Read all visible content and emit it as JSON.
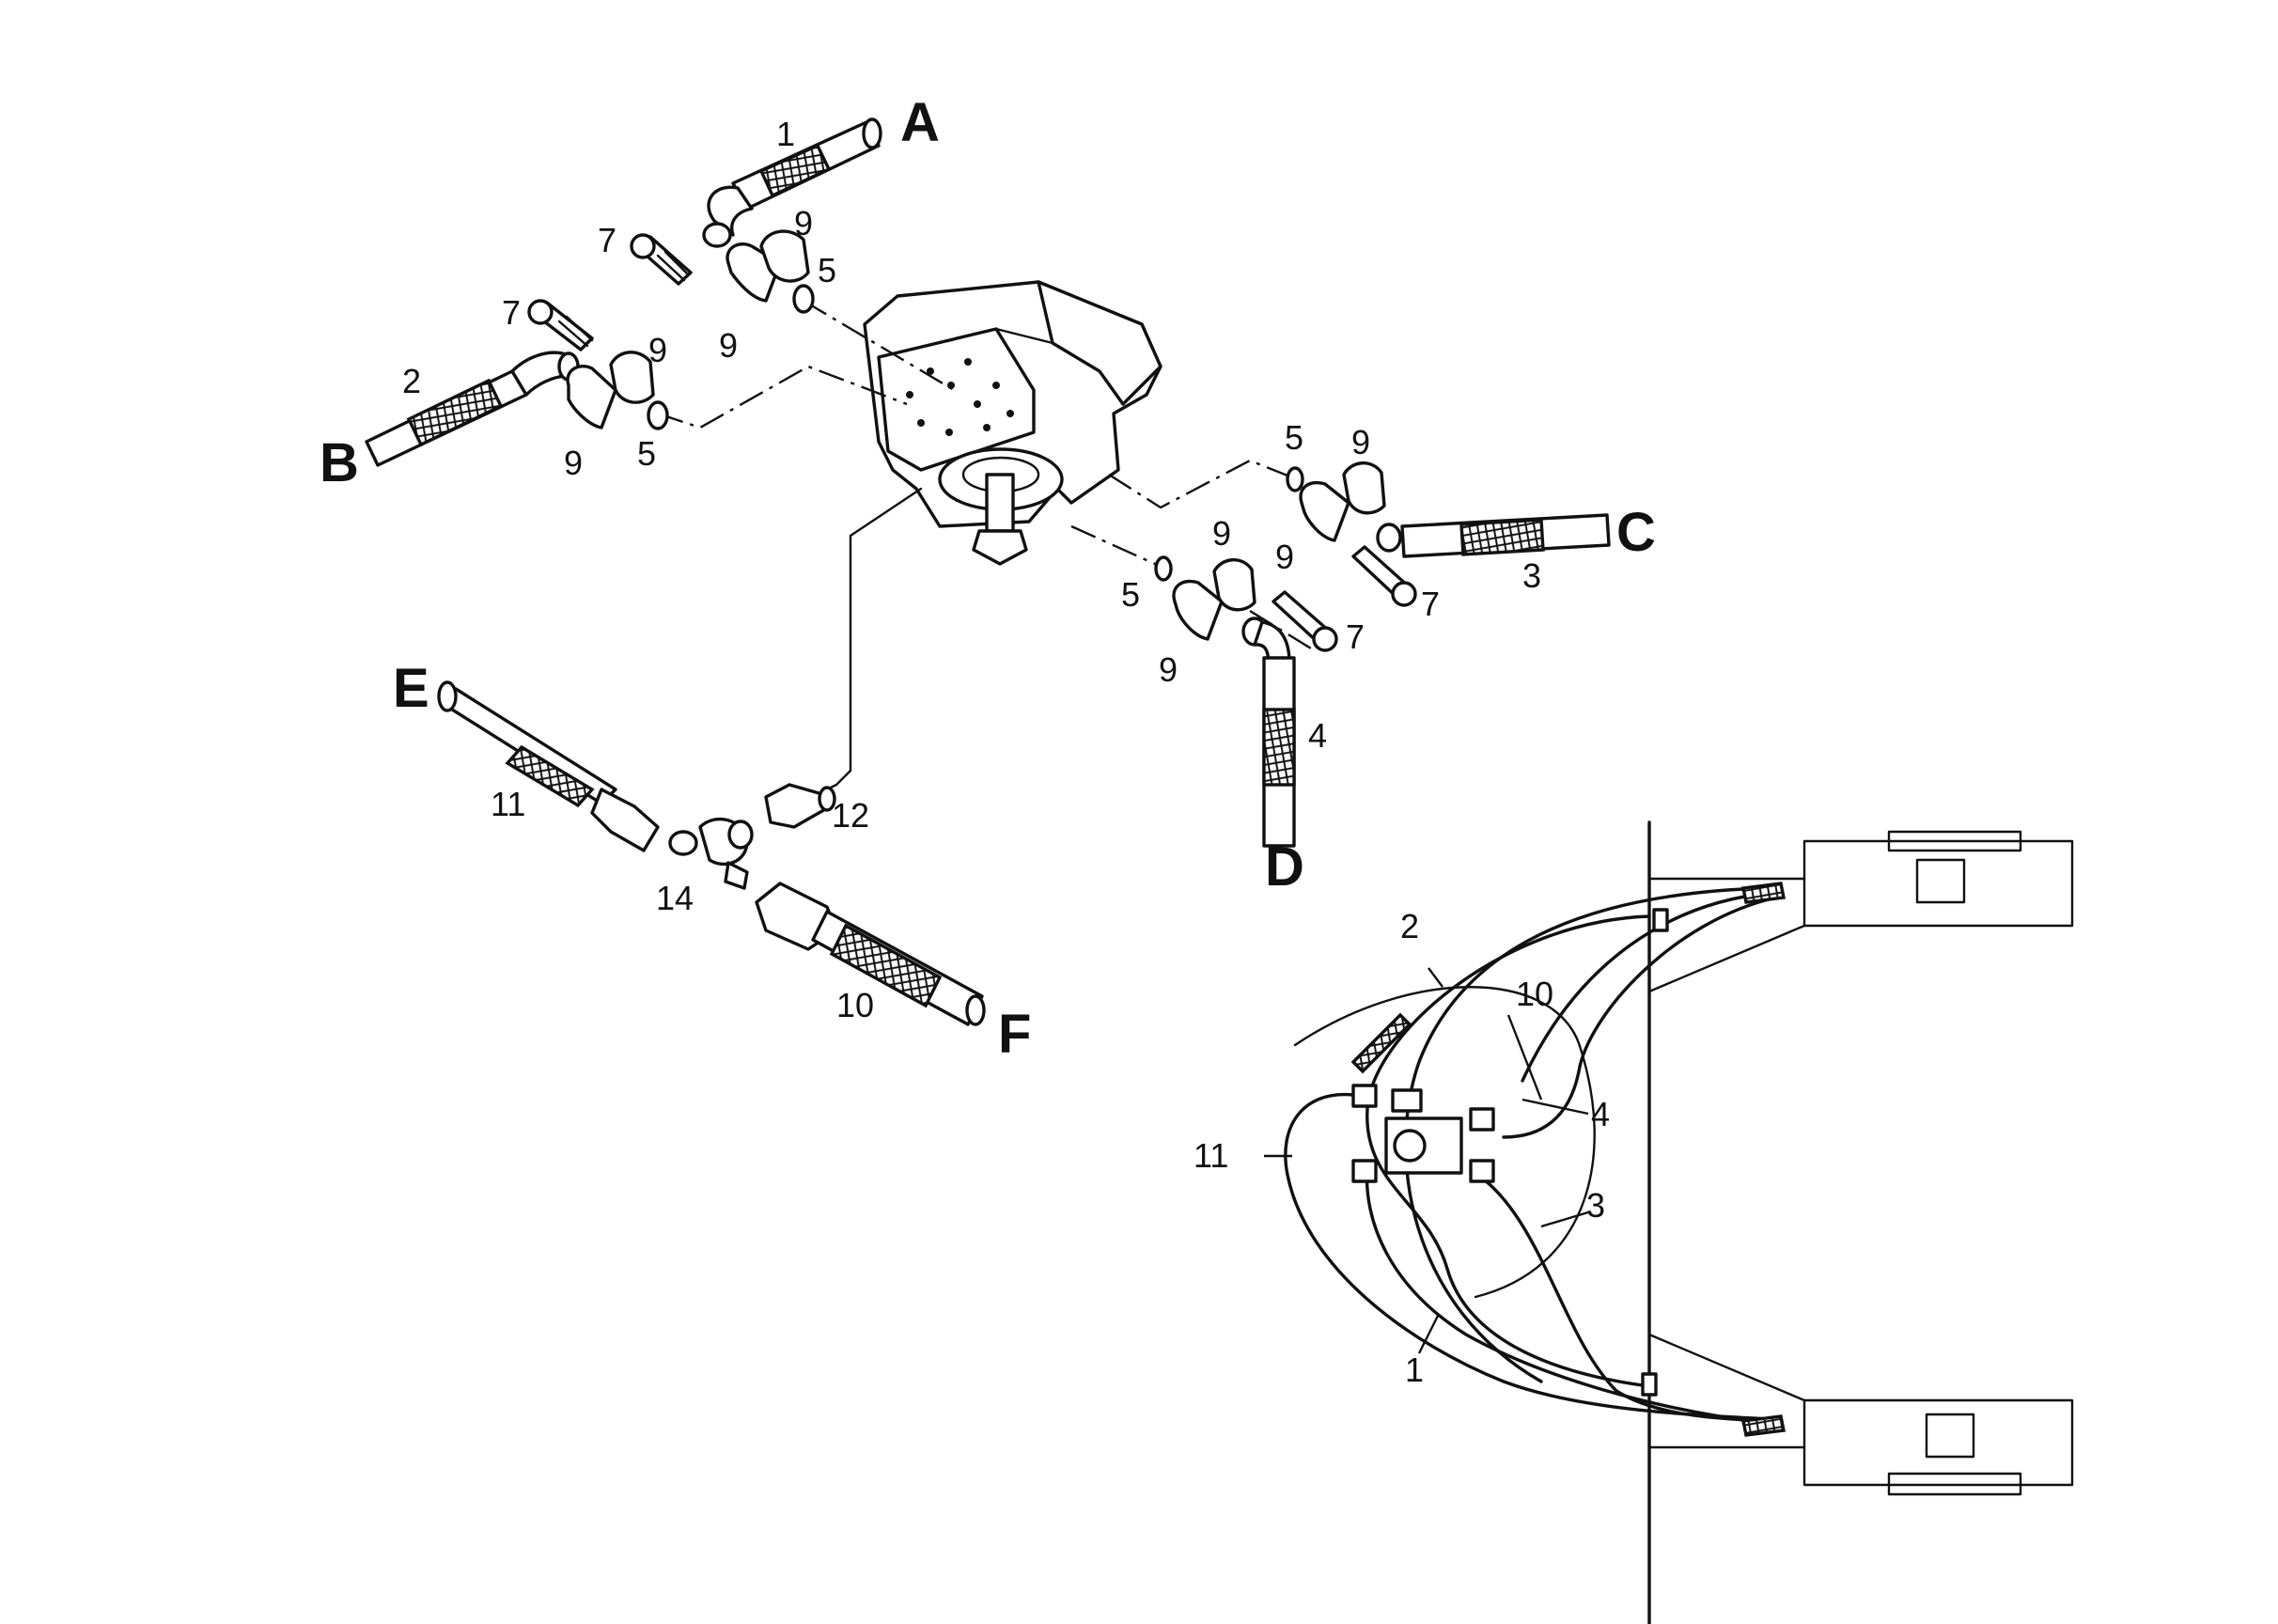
{
  "ports": {
    "a": "A",
    "b": "B",
    "c": "C",
    "d": "D",
    "e": "E",
    "f": "F"
  },
  "part_numbers": {
    "hose_1": "1",
    "hose_2": "2",
    "hose_3": "3",
    "hose_4": "4",
    "oring_5a": "5",
    "oring_5b": "5",
    "oring_5c": "5",
    "oring_5d": "5",
    "bolt_7a": "7",
    "bolt_7b": "7",
    "bolt_7c": "7",
    "bolt_7d": "7",
    "clamp_9a": "9",
    "clamp_9b": "9",
    "clamp_9c": "9",
    "clamp_9d": "9",
    "clamp_9e": "9",
    "clamp_9f": "9",
    "clamp_9g": "9",
    "clamp_9h": "9",
    "hose_10": "10",
    "hose_11": "11",
    "fitting_12": "12",
    "tee_14": "14"
  },
  "routing_labels": {
    "hose_1": "1",
    "hose_2": "2",
    "hose_3": "3",
    "hose_4": "4",
    "hose_10": "10",
    "hose_11": "11"
  }
}
